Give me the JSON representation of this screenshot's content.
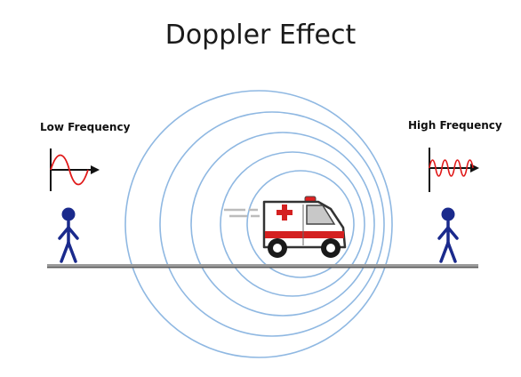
{
  "title": "Doppler Effect",
  "left_observer": {
    "label": "Low Frequency"
  },
  "right_observer": {
    "label": "High Frequency"
  },
  "colors": {
    "wave_ring": "#8fb8e2",
    "signal": "#e01818",
    "person": "#1a2a8c",
    "ground": "#8a8a8a",
    "cross": "#d42020"
  },
  "icons": [
    "low-frequency-wave-icon",
    "high-frequency-wave-icon",
    "person-icon",
    "ambulance-icon",
    "motion-lines-icon",
    "siren-light-icon"
  ]
}
